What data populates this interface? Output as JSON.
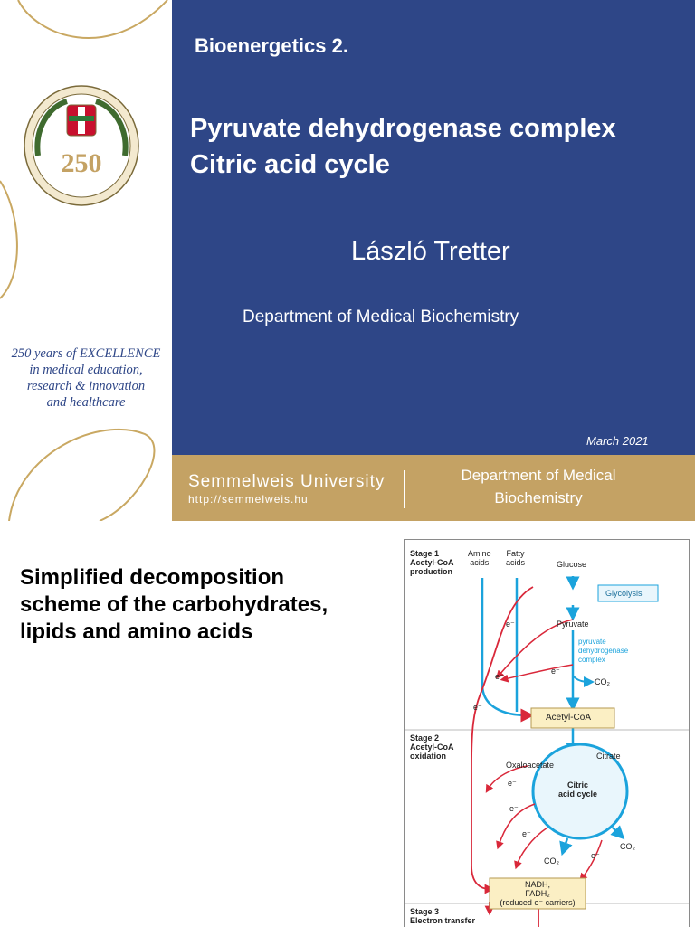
{
  "slide1": {
    "course": "Bioenergetics 2.",
    "title_line1": "Pyruvate dehydrogenase complex",
    "title_line2": "Citric acid cycle",
    "author": "László Tretter",
    "department": "Department of Medical Biochemistry",
    "date": "March 2021",
    "university": "Semmelweis University",
    "url": "http://semmelweis.hu",
    "footer_dept_line1": "Department of Medical",
    "footer_dept_line2": "Biochemistry",
    "tagline": [
      "250 years of EXCELLENCE",
      "in medical education,",
      "research & innovation",
      "and healthcare"
    ],
    "seal_number": "250",
    "colors": {
      "blue": "#2e4687",
      "gold": "#c4a264"
    }
  },
  "slide2": {
    "heading": [
      "Simplified decomposition",
      "scheme of the carbohydrates,",
      "lipids and amino acids"
    ],
    "figure": {
      "stage1": [
        "Stage 1",
        "Acetyl-CoA",
        "production"
      ],
      "stage2": [
        "Stage 2",
        "Acetyl-CoA",
        "oxidation"
      ],
      "stage3": [
        "Stage 3",
        "Electron transfer"
      ],
      "amino_acids": [
        "Amino",
        "acids"
      ],
      "fatty_acids": [
        "Fatty",
        "acids"
      ],
      "glucose": "Glucose",
      "glycolysis": "Glycolysis",
      "pyruvate": "Pyruvate",
      "pdh": [
        "pyruvate",
        "dehydrogenase",
        "complex"
      ],
      "co2": "CO₂",
      "electron": "e⁻",
      "acetyl_coa": "Acetyl-CoA",
      "oxaloacetate": "Oxaloacetate",
      "citrate": "Citrate",
      "citric_cycle": [
        "Citric",
        "acid cycle"
      ],
      "carriers": [
        "NADH,",
        "FADH₂",
        "(reduced e⁻ carriers)"
      ],
      "colors": {
        "cyan": "#1ba3dc",
        "red": "#d9283a",
        "box": "#fbefc4"
      }
    }
  }
}
